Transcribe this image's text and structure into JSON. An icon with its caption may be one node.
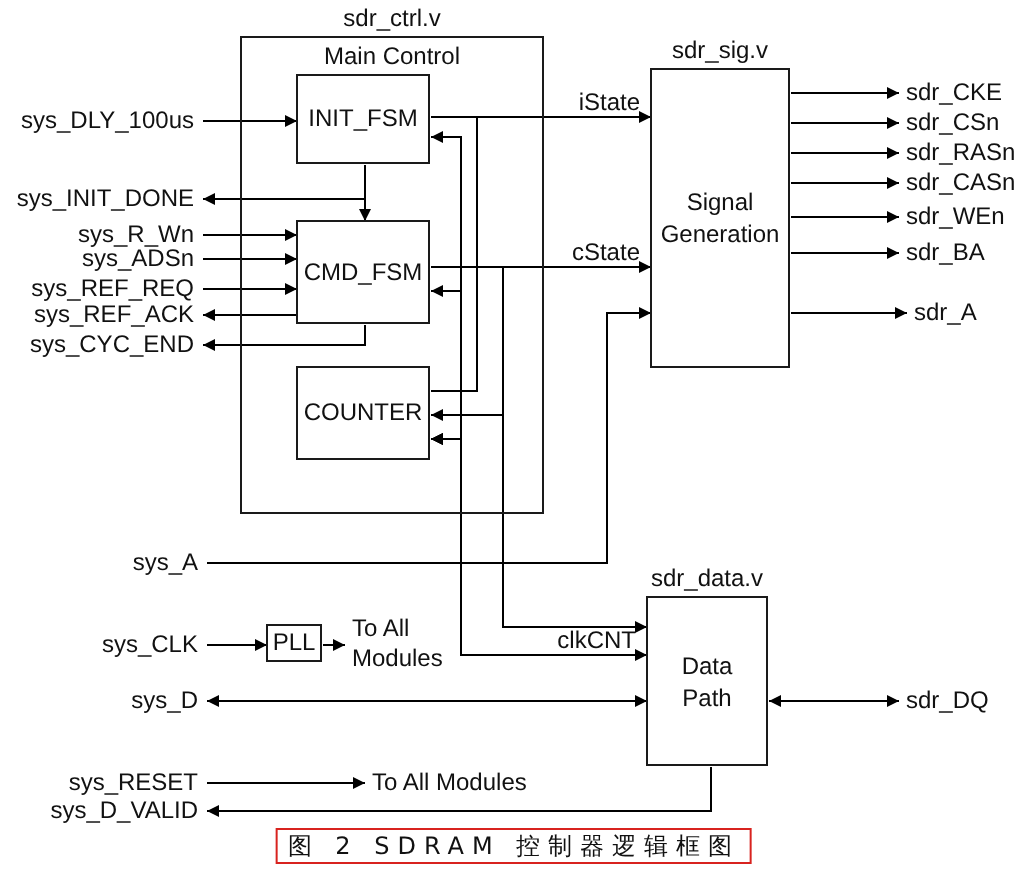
{
  "diagram": {
    "caption": "图 2 SDRAM 控制器逻辑框图",
    "nodes": [
      {
        "text": [
          "sdr_ctrl.v",
          "Main Control"
        ]
      },
      {
        "text": [
          "INIT_FSM"
        ],
        "in": 0
      },
      {
        "text": [
          "CMD_FSM"
        ],
        "in": 0
      },
      {
        "text": [
          "COUNTER"
        ],
        "in": 0
      },
      {
        "text": [
          "sdr_sig.v",
          "Signal Generation"
        ]
      },
      {
        "text": [
          "sdr_data.v",
          "Data Path"
        ]
      },
      {
        "text": [
          "PLL"
        ]
      },
      {
        "text": [
          "sys_DLY_100us"
        ]
      },
      {
        "text": [
          "sys_INIT_DONE"
        ]
      },
      {
        "text": [
          "sys_R_Wn"
        ]
      },
      {
        "text": [
          "sys_ADSn"
        ]
      },
      {
        "text": [
          "sys_REF_REQ"
        ]
      },
      {
        "text": [
          "sys_REF_ACK"
        ]
      },
      {
        "text": [
          "sys_CYC_END"
        ]
      },
      {
        "text": [
          "sdr_CKE"
        ]
      },
      {
        "text": [
          "sdr_CSn"
        ]
      },
      {
        "text": [
          "sdr_RASn"
        ]
      },
      {
        "text": [
          "sdr_CASn"
        ]
      },
      {
        "text": [
          "sdr_WEn"
        ]
      },
      {
        "text": [
          "sdr_BA"
        ]
      },
      {
        "text": [
          "sdr_A"
        ]
      },
      {
        "text": [
          "sys_A"
        ]
      },
      {
        "text": [
          "sys_CLK"
        ]
      },
      {
        "text": [
          "To All Modules"
        ]
      },
      {
        "text": [
          "sys_D"
        ]
      },
      {
        "text": [
          "sdr_DQ"
        ]
      },
      {
        "text": [
          "sys_RESET"
        ]
      },
      {
        "text": [
          "To All Modules"
        ]
      },
      {
        "text": [
          "sys_D_VALID"
        ]
      }
    ],
    "edges": [
      {
        "from": 7,
        "to": 1,
        "arrow": "to"
      },
      {
        "from": 1,
        "to": 2,
        "arrow": "to"
      },
      {
        "from": 1,
        "to": 8,
        "arrow": "to"
      },
      {
        "from": 9,
        "to": 2,
        "arrow": "to"
      },
      {
        "from": 10,
        "to": 2,
        "arrow": "to"
      },
      {
        "from": 11,
        "to": 2,
        "arrow": "to"
      },
      {
        "from": 2,
        "to": 12,
        "arrow": "to"
      },
      {
        "from": 2,
        "to": 13,
        "arrow": "to"
      },
      {
        "from": 1,
        "to": 4,
        "arrow": "to",
        "label": "iState"
      },
      {
        "from": 1,
        "to": 3,
        "arrow": "none"
      },
      {
        "from": 2,
        "to": 4,
        "arrow": "to",
        "label": "cState"
      },
      {
        "from": 2,
        "to": 3,
        "arrow": "to"
      },
      {
        "from": 2,
        "to": 5,
        "arrow": "to"
      },
      {
        "from": 3,
        "to": 1,
        "arrow": "both"
      },
      {
        "from": 3,
        "to": 2,
        "arrow": "both"
      },
      {
        "from": 3,
        "to": 5,
        "arrow": "both",
        "label": "clkCNT"
      },
      {
        "from": 4,
        "to": 14,
        "arrow": "to"
      },
      {
        "from": 4,
        "to": 15,
        "arrow": "to"
      },
      {
        "from": 4,
        "to": 16,
        "arrow": "to"
      },
      {
        "from": 4,
        "to": 17,
        "arrow": "to"
      },
      {
        "from": 4,
        "to": 18,
        "arrow": "to"
      },
      {
        "from": 4,
        "to": 19,
        "arrow": "to"
      },
      {
        "from": 4,
        "to": 20,
        "arrow": "to"
      },
      {
        "from": 21,
        "to": 4,
        "arrow": "to"
      },
      {
        "from": 22,
        "to": 6,
        "arrow": "to"
      },
      {
        "from": 6,
        "to": 23,
        "arrow": "to"
      },
      {
        "from": 24,
        "to": 5,
        "arrow": "both"
      },
      {
        "from": 5,
        "to": 25,
        "arrow": "both"
      },
      {
        "from": 26,
        "to": 27,
        "arrow": "to"
      },
      {
        "from": 5,
        "to": 28,
        "arrow": "to"
      }
    ]
  }
}
